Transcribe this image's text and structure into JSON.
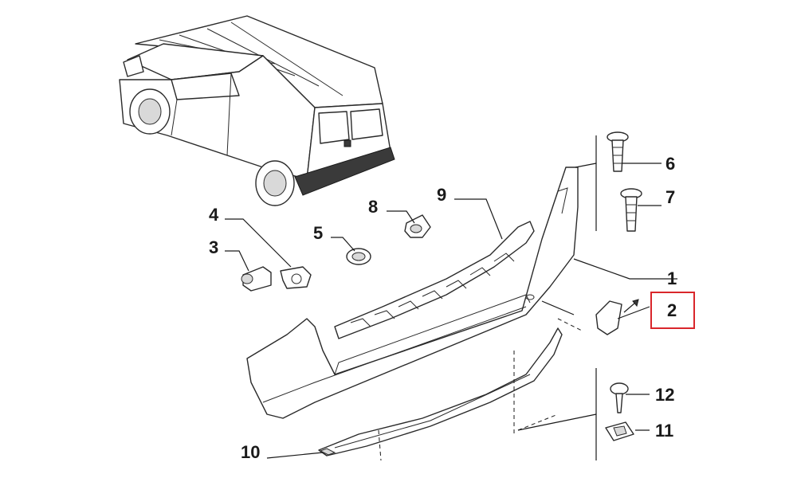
{
  "colors": {
    "highlight": "#d9262b",
    "line": "#1a1a1a"
  },
  "callouts": [
    {
      "id": "1",
      "label": "1"
    },
    {
      "id": "2",
      "label": "2",
      "highlighted": true
    },
    {
      "id": "3",
      "label": "3"
    },
    {
      "id": "4",
      "label": "4"
    },
    {
      "id": "5",
      "label": "5"
    },
    {
      "id": "6",
      "label": "6"
    },
    {
      "id": "7",
      "label": "7"
    },
    {
      "id": "8",
      "label": "8"
    },
    {
      "id": "9",
      "label": "9"
    },
    {
      "id": "10",
      "label": "10"
    },
    {
      "id": "11",
      "label": "11"
    },
    {
      "id": "12",
      "label": "12"
    }
  ]
}
